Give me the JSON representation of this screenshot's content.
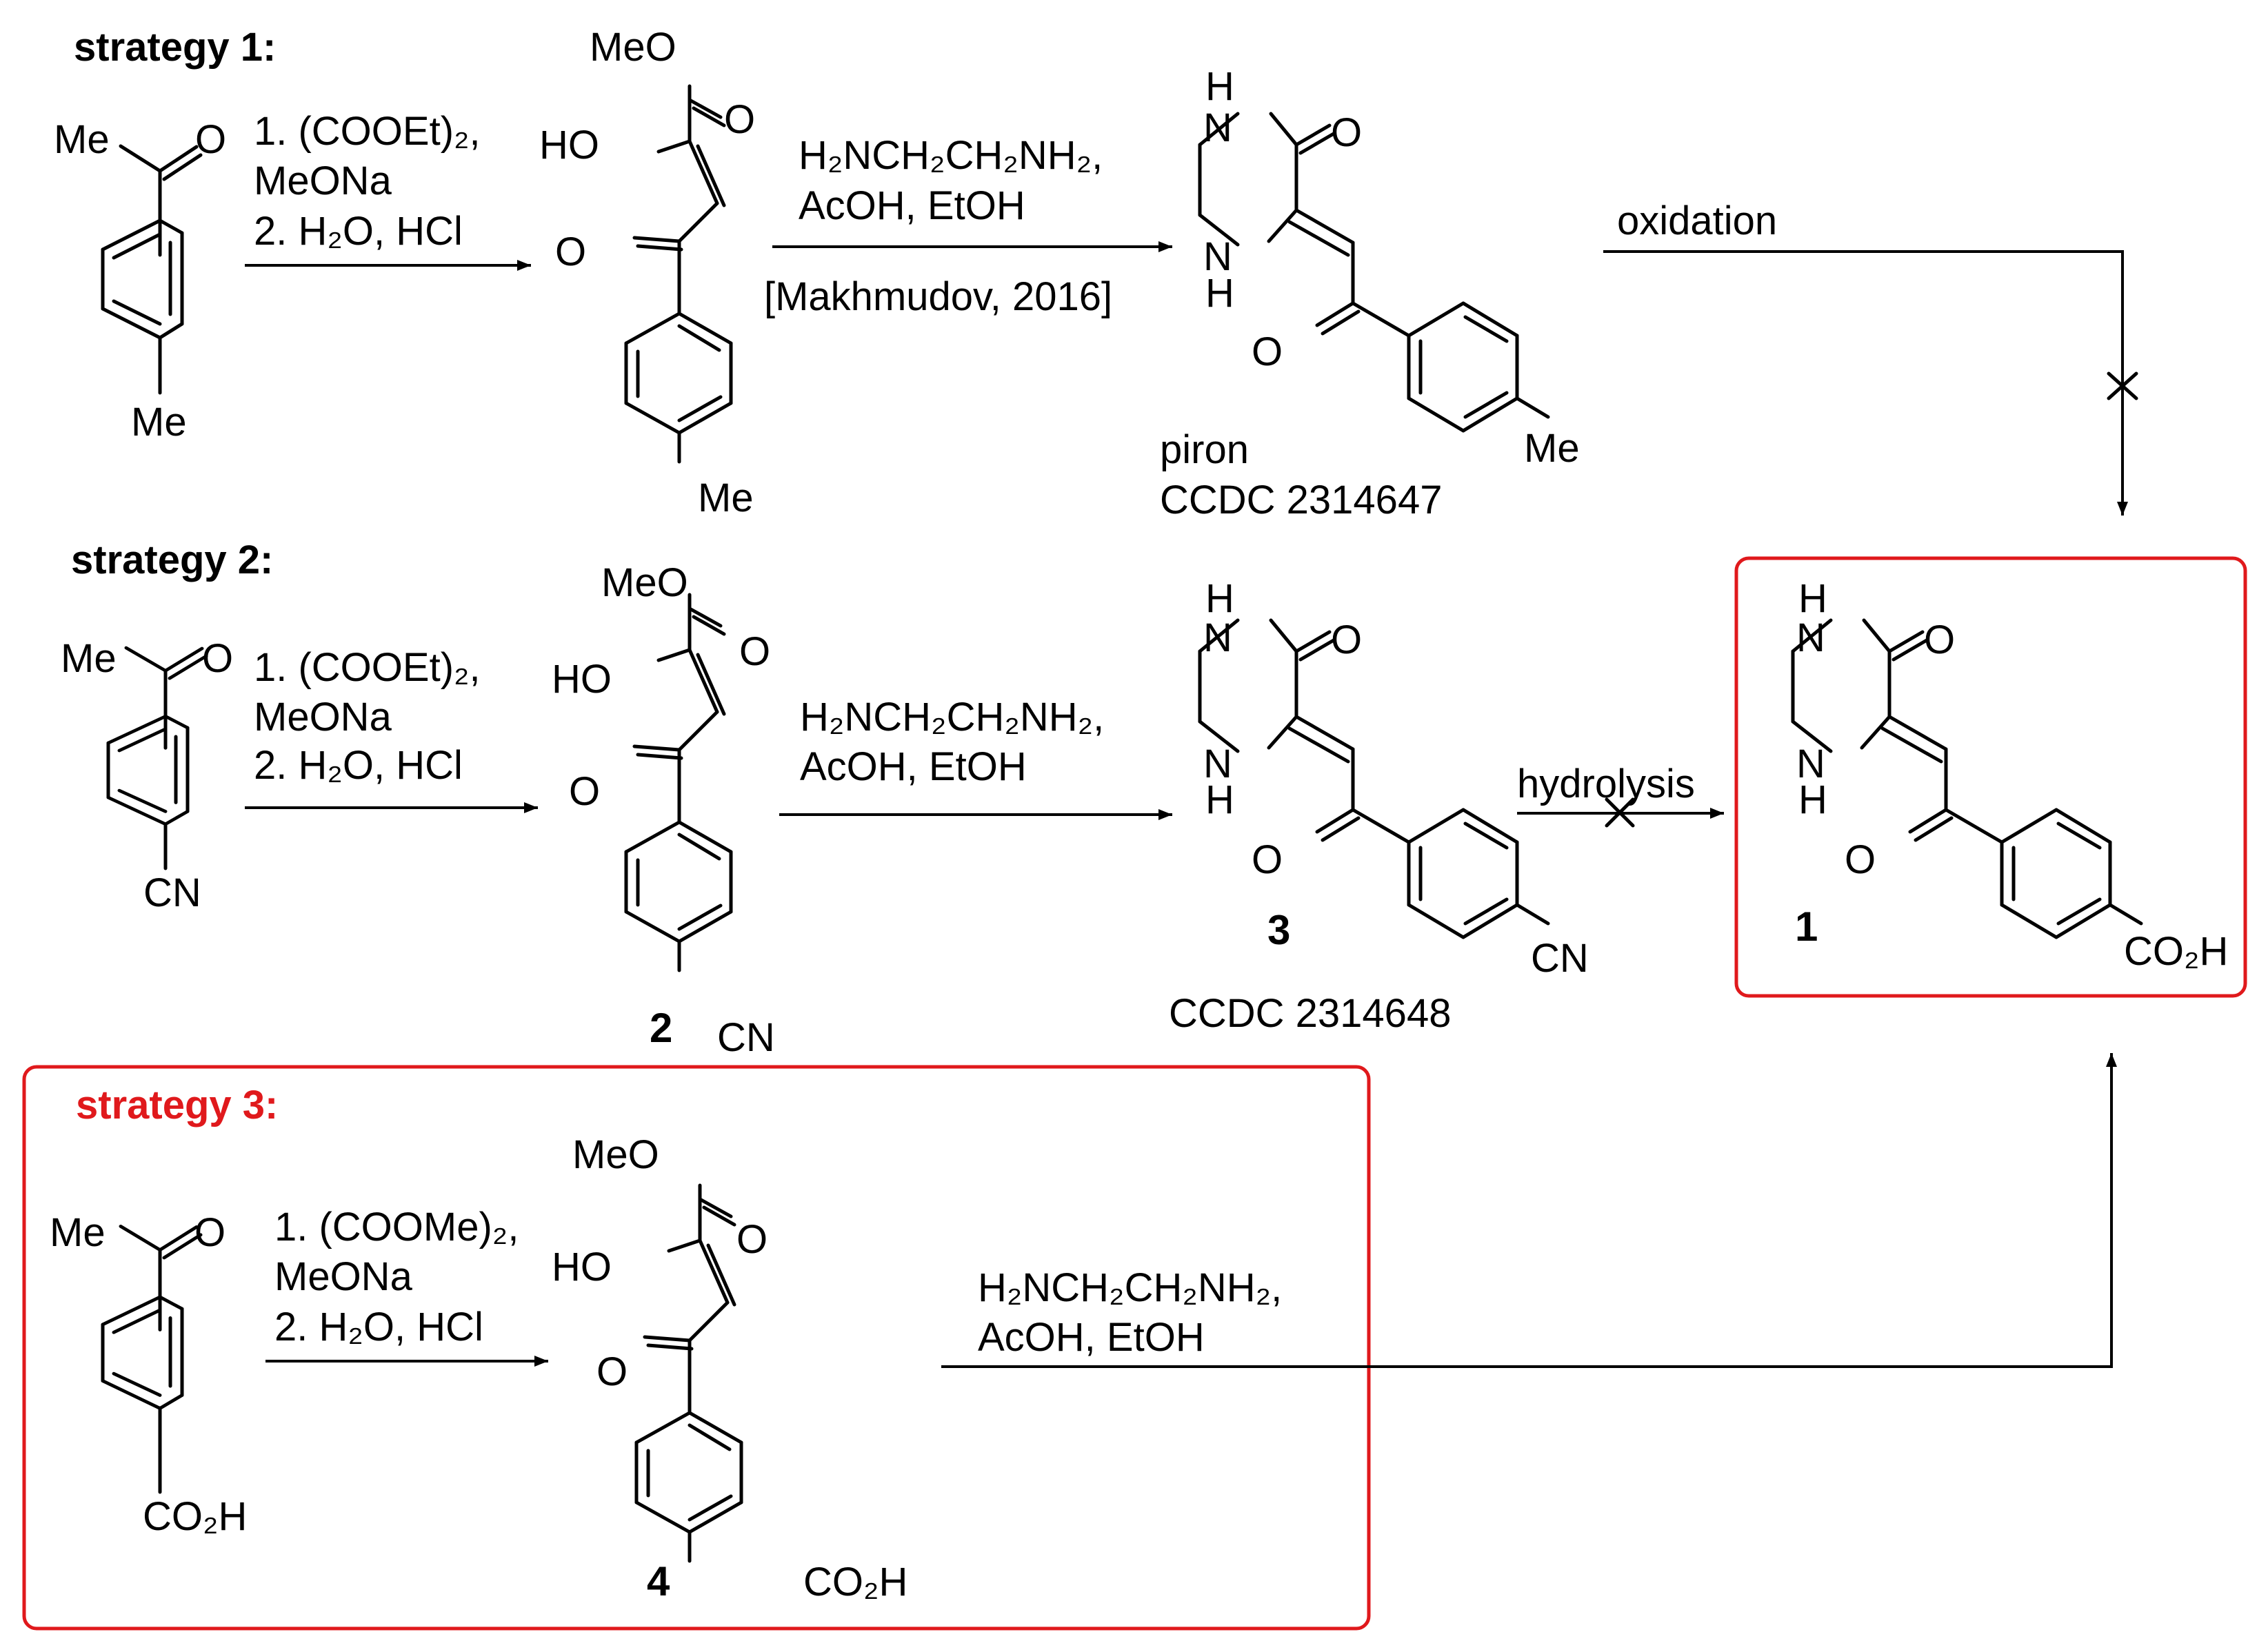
{
  "strategies": {
    "s1": {
      "header": "strategy 1:"
    },
    "s2": {
      "header": "strategy 2:"
    },
    "s3": {
      "header": "strategy 3:"
    }
  },
  "atoms": {
    "me": "Me",
    "o": "O",
    "meo": "MeO",
    "ho": "HO",
    "n": "N",
    "h": "H",
    "cn": "CN",
    "co2h": "CO₂H"
  },
  "conditions": {
    "claisen_s1": [
      "1.  (COOEt)₂,",
      "MeONa",
      "2. H₂O, HCl"
    ],
    "claisen_s2": [
      "1.  (COOEt)₂,",
      "MeONa",
      "2. H₂O, HCl"
    ],
    "claisen_s3": [
      "1.  (COOMe)₂,",
      "MeONa",
      "2. H₂O, HCl"
    ],
    "amine_s1": [
      "H₂NCH₂CH₂NH₂,",
      "AcOH, EtOH",
      "[Makhmudov, 2016]"
    ],
    "amine_s2": [
      "H₂NCH₂CH₂NH₂,",
      "AcOH, EtOH"
    ],
    "amine_s3": [
      "H₂NCH₂CH₂NH₂,",
      "AcOH, EtOH"
    ],
    "oxidation": "oxidation",
    "hydrolysis": "hydrolysis"
  },
  "compounds": {
    "piron": {
      "name": "piron",
      "ccdc": "CCDC 2314647"
    },
    "c2": {
      "number": "2"
    },
    "c3": {
      "number": "3",
      "ccdc": "CCDC 2314648"
    },
    "c1": {
      "number": "1"
    },
    "c4": {
      "number": "4"
    }
  },
  "colors": {
    "highlight": "#e0191c",
    "ink": "#000000"
  }
}
